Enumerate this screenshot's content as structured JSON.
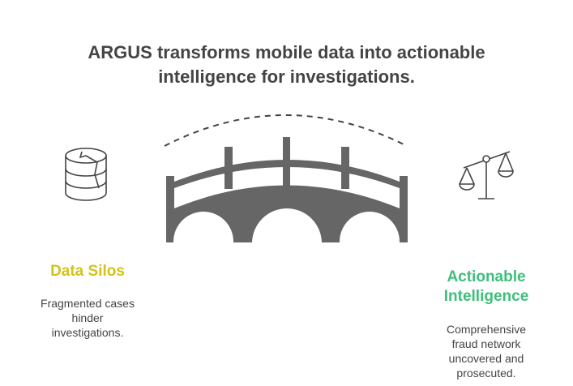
{
  "title": {
    "line1": "ARGUS transforms mobile data into actionable",
    "line2": "intelligence for investigations."
  },
  "left": {
    "label": "Data Silos",
    "desc1": "Fragmented cases",
    "desc2": "hinder",
    "desc3": "investigations.",
    "color": "#d4c21a",
    "icon": "broken-database-icon"
  },
  "right": {
    "label1": "Actionable",
    "label2": "Intelligence",
    "desc1": "Comprehensive",
    "desc2": "fraud network",
    "desc3": "uncovered and",
    "desc4": "prosecuted.",
    "color": "#3dbf7a",
    "icon": "scales-icon"
  },
  "center": {
    "icon": "bridge-icon"
  }
}
